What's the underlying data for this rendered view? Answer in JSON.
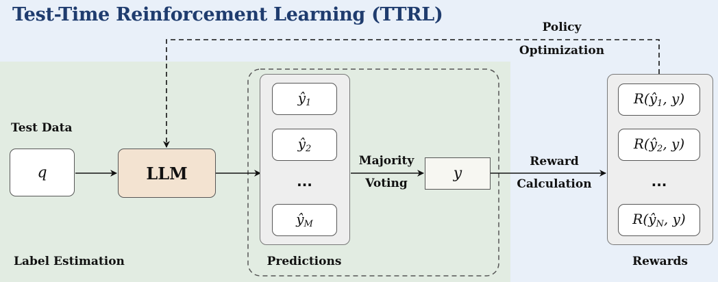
{
  "title": "Test-Time Reinforcement Learning (TTRL)",
  "labels": {
    "test_data": "Test Data",
    "label_estimation": "Label Estimation",
    "predictions": "Predictions",
    "rewards": "Rewards",
    "majority": "Majority",
    "voting": "Voting",
    "reward": "Reward",
    "calculation": "Calculation",
    "policy": "Policy",
    "optimization": "Optimization"
  },
  "nodes": {
    "query": "q",
    "llm": "LLM",
    "label": "y",
    "ellipsis": "..."
  },
  "predictions": [
    {
      "base": "ŷ",
      "sub": "1"
    },
    {
      "base": "ŷ",
      "sub": "2"
    },
    {
      "base": "ŷ",
      "sub": "M"
    }
  ],
  "rewards": [
    {
      "pre": "R(",
      "base": "ŷ",
      "sub": "1",
      "post": ", y)"
    },
    {
      "pre": "R(",
      "base": "ŷ",
      "sub": "2",
      "post": ", y)"
    },
    {
      "pre": "R(",
      "base": "ŷ",
      "sub": "N",
      "post": ", y)"
    }
  ],
  "colors": {
    "background": "#e9f0f9",
    "label_estimation_panel": "#e2ece2",
    "llm_box": "#f3e3d1",
    "title": "#1f3c6e"
  }
}
